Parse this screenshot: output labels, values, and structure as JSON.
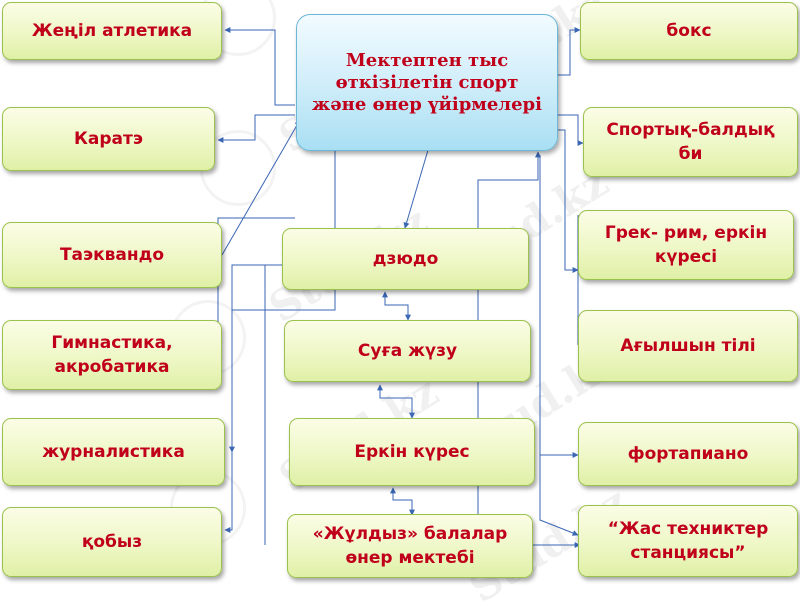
{
  "center": {
    "label": "Мектептен тыс өткізілетін спорт және өнер үйірмелері"
  },
  "left_items": [
    {
      "label": "Жеңіл атлетика"
    },
    {
      "label": "Каратэ"
    },
    {
      "label": "Таэквандо"
    },
    {
      "label": "Гимнастика, акробатика"
    },
    {
      "label": "журналистика"
    },
    {
      "label": "қобыз"
    }
  ],
  "middle_items": [
    {
      "label": "дзюдо"
    },
    {
      "label": "Суға жүзу"
    },
    {
      "label": "Еркін күрес"
    },
    {
      "label": "«Жұлдыз» балалар өнер мектебі"
    }
  ],
  "right_items": [
    {
      "label": "бокс"
    },
    {
      "label": "Спортық-балдық би"
    },
    {
      "label": "Грек- рим, еркін күресі"
    },
    {
      "label": "Ағылшын тілі"
    },
    {
      "label": "фортапиано"
    },
    {
      "label": "“Жас техниктер станциясы”"
    }
  ],
  "watermark": "Stud.kz",
  "colors": {
    "text": "#c0001b",
    "line": "#3a66b4",
    "box_border": "#9cc24e",
    "center_border": "#6cb7d8"
  }
}
